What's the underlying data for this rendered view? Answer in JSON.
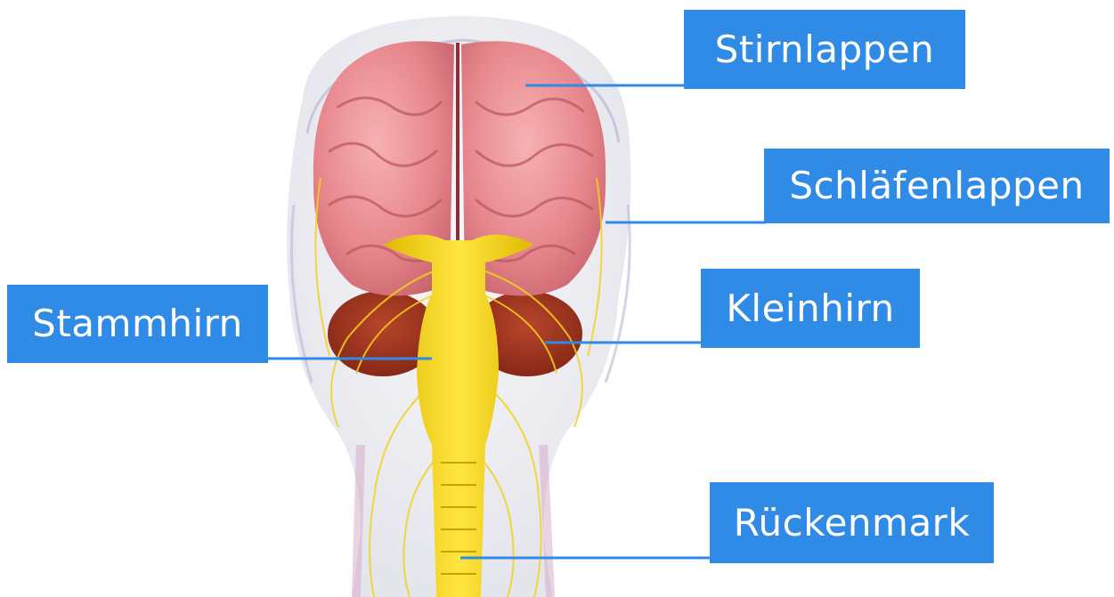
{
  "labels": {
    "frontal_lobe": "Stirnlappen",
    "temporal_lobe": "Schläfenlappen",
    "cerebellum": "Kleinhirn",
    "brainstem": "Stammhirn",
    "spinal_cord": "Rückenmark"
  },
  "colors": {
    "label_bg": "#2f8be6",
    "label_text": "#ffffff",
    "leader_line": "#2f8be6",
    "brain": "#e8858b",
    "cerebellum": "#9c2f1c",
    "nerves": "#f2d21e"
  }
}
